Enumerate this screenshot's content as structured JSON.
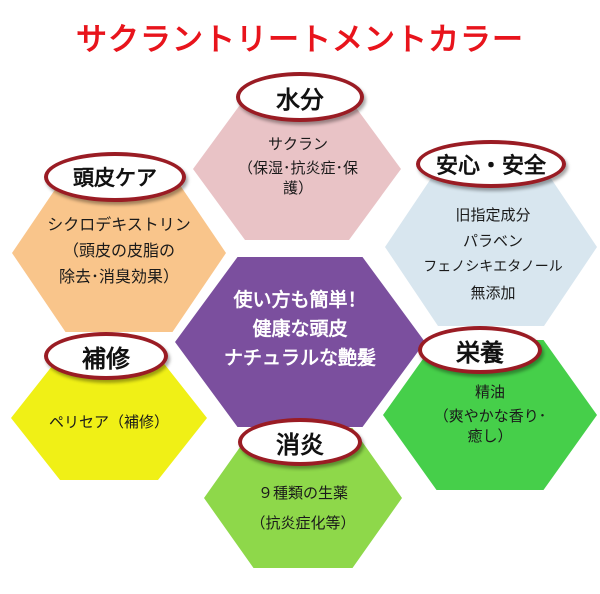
{
  "title": "サクラントリートメントカラー",
  "colors": {
    "title": "#e8141c",
    "label_border": "#9a1c24",
    "center": "#7b4f9e",
    "moisture": "#e9c3c6",
    "safety": "#d8e6ef",
    "nutrition": "#46cf4a",
    "anti_inflammation": "#8ed84a",
    "repair": "#f0f016",
    "scalp_care": "#f9c58b"
  },
  "center": {
    "lines": [
      "使い方も簡単！",
      "健康な頭皮",
      "ナチュラルな艶髪"
    ]
  },
  "nodes": {
    "moisture": {
      "label": "水分",
      "lines": [
        "サクラン",
        "（保湿･抗炎症･保",
        "護）"
      ]
    },
    "safety": {
      "label": "安心・安全",
      "lines": [
        "旧指定成分",
        "パラベン",
        "フェノシキエタノール",
        "無添加"
      ]
    },
    "nutrition": {
      "label": "栄養",
      "lines": [
        "精油",
        "（爽やかな香り･",
        "癒し）"
      ]
    },
    "anti_inflammation": {
      "label": "消炎",
      "lines": [
        "９種類の生薬",
        "（抗炎症化等）"
      ]
    },
    "repair": {
      "label": "補修",
      "lines": [
        "ペリセア（補修）"
      ]
    },
    "scalp_care": {
      "label": "頭皮ケア",
      "lines": [
        "シクロデキストリン",
        "（頭皮の皮脂の",
        "除去･消臭効果）"
      ]
    }
  }
}
